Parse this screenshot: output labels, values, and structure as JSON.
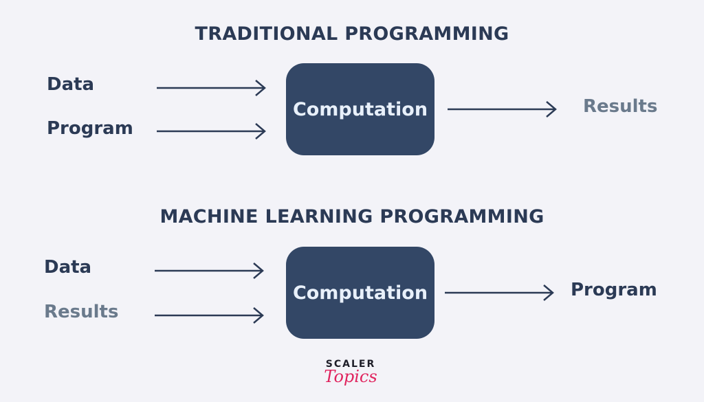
{
  "traditional": {
    "title": "TRADITIONAL PROGRAMMING",
    "inputs": [
      "Data",
      "Program"
    ],
    "box": "Computation",
    "output": "Results"
  },
  "ml": {
    "title": "MACHINE LEARNING PROGRAMMING",
    "inputs": [
      "Data",
      "Results"
    ],
    "box": "Computation",
    "output": "Program"
  },
  "logo": {
    "line1": "SCALER",
    "line2": "Topics"
  },
  "colors": {
    "background": "#f3f3f8",
    "box": "#334766",
    "text_dark": "#2b3a55",
    "text_muted": "#6a7a8c",
    "brand_pink": "#e0245e"
  }
}
